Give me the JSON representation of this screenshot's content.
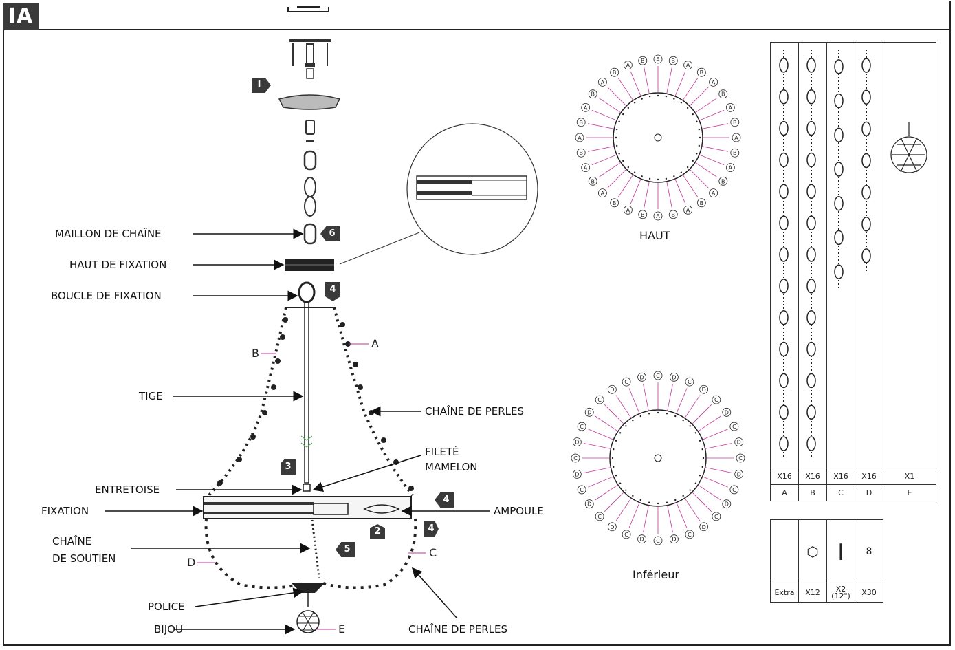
{
  "section": "IA",
  "labels": {
    "maillon": "MAILLON DE CHAÎNE",
    "haut_fixation": "HAUT DE FIXATION",
    "boucle": "BOUCLE DE FIXATION",
    "tige": "TIGE",
    "chaine_perles_1": "CHAÎNE DE PERLES",
    "filete_1": "FILETÉ",
    "filete_2": "MAMELON",
    "entretoise": "ENTRETOISE",
    "fixation": "FIXATION",
    "ampoule": "AMPOULE",
    "soutien_1": "CHAÎNE",
    "soutien_2": "DE SOUTIEN",
    "police": "POLICE",
    "bijou": "BIJOU",
    "chaine_perles_2": "CHAÎNE DE PERLES"
  },
  "letters": {
    "a": "A",
    "b": "B",
    "c": "C",
    "d": "D",
    "e": "E"
  },
  "steps": {
    "s1": "I",
    "s2": "2",
    "s3": "3",
    "s4a": "4",
    "s4b": "4",
    "s4c": "4",
    "s5": "5",
    "s6": "6"
  },
  "views": {
    "top": "HAUT",
    "bottom": "Inférieur"
  },
  "parts_table": {
    "counts": [
      "X16",
      "X16",
      "X16",
      "X16",
      "X1"
    ],
    "letters": [
      "A",
      "B",
      "C",
      "D",
      "E"
    ]
  },
  "extra_table": {
    "label": "Extra",
    "counts": [
      "X12",
      "X2",
      "X30"
    ],
    "note": "(12\")"
  },
  "colors": {
    "leader": "#c0369a",
    "ink": "#222222",
    "badge": "#3a3a3a"
  }
}
